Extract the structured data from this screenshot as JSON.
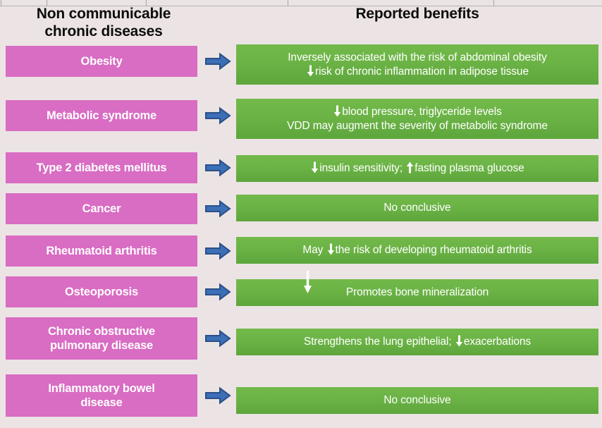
{
  "page": {
    "background_color": "#ece4e4",
    "disease_box_color": "#d96cc3",
    "benefit_box_color": "#6cb346",
    "arrow_color": "#3b6fb6",
    "arrow_outline_color": "#2b4f8a",
    "text_on_box_color": "#ffffff",
    "header_text_color": "#0d0d0d"
  },
  "headers": {
    "left": "Non communicable chronic diseases",
    "left_line1": "Non communicable",
    "left_line2": "chronic diseases",
    "right": "Reported benefits"
  },
  "icons": {
    "flow_arrow": "right-block-arrow-icon",
    "decrease": "down-arrow-icon",
    "increase": "up-arrow-icon"
  },
  "rows": [
    {
      "disease": "Obesity",
      "disease_lines": [
        "Obesity"
      ],
      "benefit_lines": [
        {
          "parts": [
            {
              "type": "text",
              "value": "Inversely associated with the risk of abdominal obesity"
            }
          ]
        },
        {
          "parts": [
            {
              "type": "arrow",
              "dir": "down"
            },
            {
              "type": "text",
              "value": "risk of  chronic inflammation in adipose tissue"
            }
          ]
        }
      ],
      "benefit_plain": "Inversely associated with the risk of abdominal obesity / ↓ risk of chronic inflammation in adipose tissue"
    },
    {
      "disease": "Metabolic syndrome",
      "disease_lines": [
        "Metabolic syndrome"
      ],
      "benefit_lines": [
        {
          "parts": [
            {
              "type": "arrow",
              "dir": "down"
            },
            {
              "type": "text",
              "value": "blood pressure, triglyceride levels"
            }
          ]
        },
        {
          "parts": [
            {
              "type": "text",
              "value": "VDD may augment the severity of metabolic syndrome"
            }
          ]
        }
      ],
      "benefit_plain": "↓ blood pressure, triglyceride levels / VDD may augment the severity of metabolic syndrome"
    },
    {
      "disease": "Type 2 diabetes mellitus",
      "disease_lines": [
        "Type 2 diabetes mellitus"
      ],
      "benefit_lines": [
        {
          "parts": [
            {
              "type": "arrow",
              "dir": "down"
            },
            {
              "type": "text",
              "value": "insulin sensitivity;  "
            },
            {
              "type": "arrow",
              "dir": "up"
            },
            {
              "type": "text",
              "value": "fasting plasma glucose"
            }
          ]
        }
      ],
      "benefit_plain": "↓ insulin sensitivity; ↑ fasting plasma glucose"
    },
    {
      "disease": "Cancer",
      "disease_lines": [
        "Cancer"
      ],
      "benefit_lines": [
        {
          "parts": [
            {
              "type": "text",
              "value": "No conclusive"
            }
          ]
        }
      ],
      "benefit_plain": "No conclusive"
    },
    {
      "disease": "Rheumatoid arthritis",
      "disease_lines": [
        "Rheumatoid arthritis"
      ],
      "benefit_lines": [
        {
          "parts": [
            {
              "type": "text",
              "value": "May "
            },
            {
              "type": "arrow",
              "dir": "down"
            },
            {
              "type": "text",
              "value": "the risk of developing rheumatoid arthritis"
            }
          ]
        }
      ],
      "benefit_plain": "May ↓ the risk of developing rheumatoid arthritis"
    },
    {
      "disease": "Osteoporosis",
      "disease_lines": [
        "Osteoporosis"
      ],
      "benefit_lines": [
        {
          "parts": [
            {
              "type": "text",
              "value": "Promotes bone mineralization"
            }
          ]
        }
      ],
      "benefit_plain": "↓ Promotes bone mineralization",
      "has_floating_arrow": true
    },
    {
      "disease": "Chronic obstructive pulmonary disease",
      "disease_lines": [
        "Chronic obstructive",
        "pulmonary disease"
      ],
      "benefit_lines": [
        {
          "parts": [
            {
              "type": "text",
              "value": "Strengthens the lung epithelial;  "
            },
            {
              "type": "arrow",
              "dir": "down"
            },
            {
              "type": "text",
              "value": "exacerbations"
            }
          ]
        }
      ],
      "benefit_plain": "Strengthens the lung epithelial; ↓ exacerbations"
    },
    {
      "disease": "Inflammatory bowel disease",
      "disease_lines": [
        "Inflammatory bowel",
        "disease"
      ],
      "benefit_lines": [
        {
          "parts": [
            {
              "type": "text",
              "value": "No conclusive"
            }
          ]
        }
      ],
      "benefit_plain": "No conclusive"
    }
  ]
}
